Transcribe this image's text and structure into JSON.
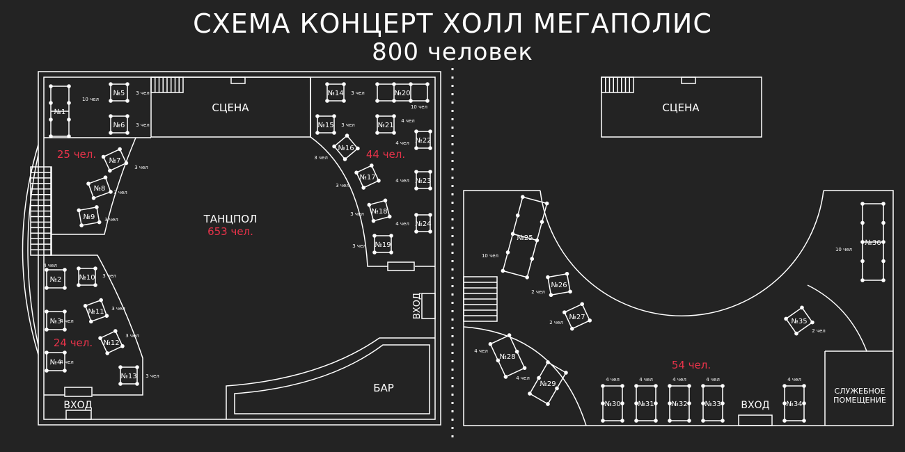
{
  "title": "СХЕМА КОНЦЕРТ ХОЛЛ МЕГАПОЛИС",
  "subtitle": "800 человек",
  "colors": {
    "background": "#232323",
    "lines": "#ffffff",
    "accent": "#e8334a"
  },
  "left": {
    "stage": "СЦЕНА",
    "dancefloor": "ТАНЦПОЛ",
    "dancefloor_count": "653 чел.",
    "bar": "БАР",
    "entrance_side": "ВХОД",
    "entrance_bottom": "ВХОД",
    "zone_top_left": "25 чел.",
    "zone_right": "44 чел.",
    "zone_bottom_left": "24 чел."
  },
  "right": {
    "stage": "СЦЕНА",
    "entrance": "ВХОД",
    "zone": "54 чел.",
    "service_room_1": "СЛУЖЕБНОЕ",
    "service_room_2": "ПОМЕЩЕНИЕ"
  },
  "tables": [
    {
      "n": "№1",
      "cap": "10 чел"
    },
    {
      "n": "№2",
      "cap": "4 чел"
    },
    {
      "n": "№3",
      "cap": "4 чел"
    },
    {
      "n": "№4",
      "cap": "4 чел"
    },
    {
      "n": "№5",
      "cap": "3 чел"
    },
    {
      "n": "№6",
      "cap": "3 чел"
    },
    {
      "n": "№7",
      "cap": "3 чел"
    },
    {
      "n": "№8",
      "cap": "3 чел"
    },
    {
      "n": "№9",
      "cap": "3 чел"
    },
    {
      "n": "№10",
      "cap": "3 чел"
    },
    {
      "n": "№11",
      "cap": "3 чел"
    },
    {
      "n": "№12",
      "cap": "3 чел"
    },
    {
      "n": "№13",
      "cap": "3 чел"
    },
    {
      "n": "№14",
      "cap": "3 чел"
    },
    {
      "n": "№15",
      "cap": "3 чел"
    },
    {
      "n": "№16",
      "cap": "3 чел"
    },
    {
      "n": "№17",
      "cap": "3 чел"
    },
    {
      "n": "№18",
      "cap": "3 чел"
    },
    {
      "n": "№19",
      "cap": "3 чел"
    },
    {
      "n": "№20",
      "cap": "10 чел"
    },
    {
      "n": "№21",
      "cap": "4 чел"
    },
    {
      "n": "№22",
      "cap": "4 чел"
    },
    {
      "n": "№23",
      "cap": "4 чел"
    },
    {
      "n": "№24",
      "cap": "4 чел"
    },
    {
      "n": "№25",
      "cap": "10 чел"
    },
    {
      "n": "№26",
      "cap": "2 чел"
    },
    {
      "n": "№27",
      "cap": "2 чел"
    },
    {
      "n": "№28",
      "cap": "4 чел"
    },
    {
      "n": "№29",
      "cap": "4 чел"
    },
    {
      "n": "№30",
      "cap": "4 чел"
    },
    {
      "n": "№31",
      "cap": "4 чел"
    },
    {
      "n": "№32",
      "cap": "4 чел"
    },
    {
      "n": "№33",
      "cap": "4 чел"
    },
    {
      "n": "№34",
      "cap": "4 чел"
    },
    {
      "n": "№35",
      "cap": "2 чел"
    },
    {
      "n": "№36",
      "cap": "10 чел"
    }
  ]
}
